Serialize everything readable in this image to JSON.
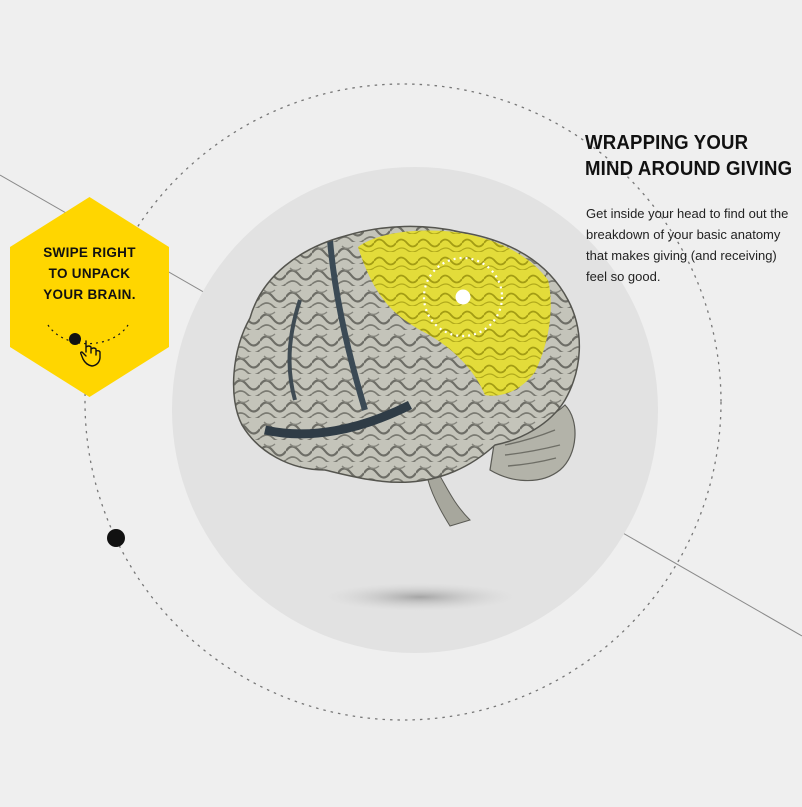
{
  "intro": {
    "heading_lines": [
      "WRAPPING YOUR",
      "MIND AROUND GIVING"
    ],
    "body": "Get inside your head to find out the breakdown of your basic anatomy that makes giving (and receiving) feel so good."
  },
  "swipe_prompt": {
    "lines": [
      "SWIPE RIGHT",
      "TO UNPACK",
      "YOUR BRAIN."
    ],
    "icon": "swipe-hand-icon"
  },
  "brain": {
    "icon": "brain-illustration",
    "highlighted_region": "frontal/parietal lobe"
  },
  "colors": {
    "background": "#efefef",
    "accent_yellow": "#ffd600",
    "brain_highlight": "#e6df3c",
    "brain_gray": "#bdbdb3",
    "ink": "#111111"
  }
}
